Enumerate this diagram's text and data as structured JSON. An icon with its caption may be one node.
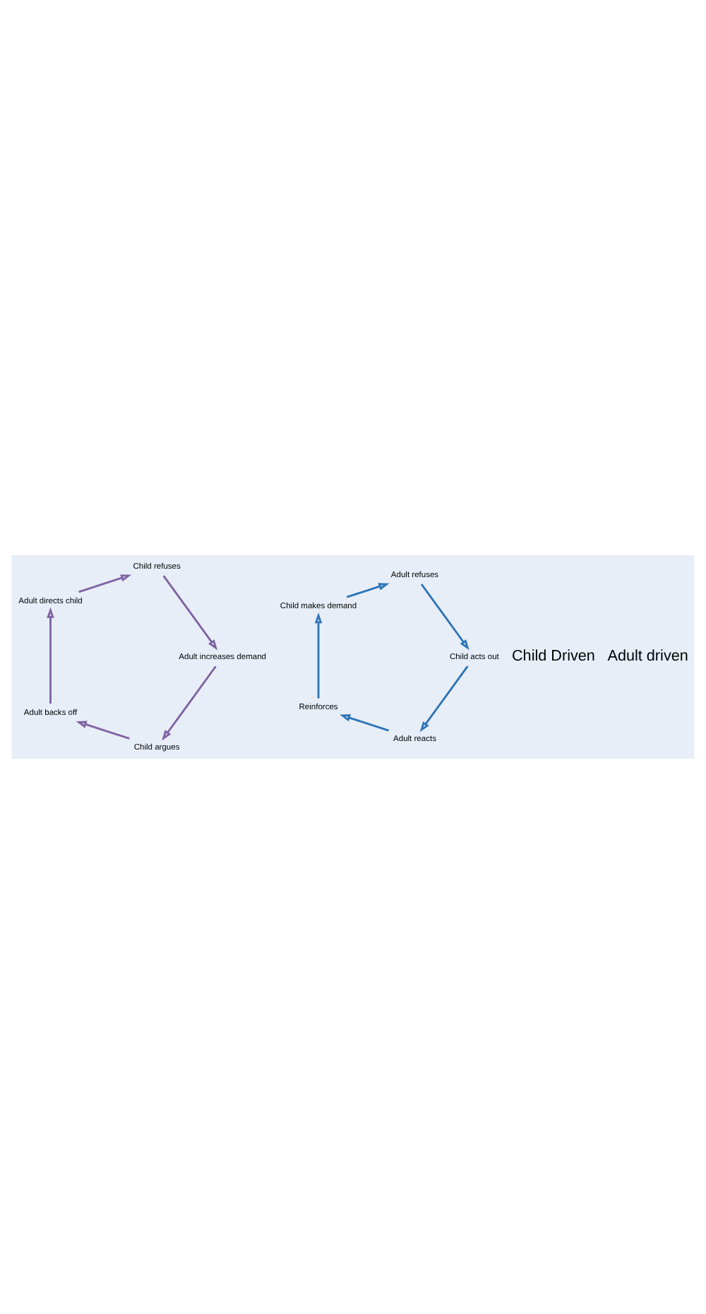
{
  "diagram": {
    "nodes": [
      {
        "text": [
          "Child argues"
        ]
      },
      {
        "text": [
          "Adult backs off"
        ]
      },
      {
        "text": [
          "Adult directs child"
        ]
      },
      {
        "text": [
          "Child refuses"
        ]
      },
      {
        "text": [
          "Adult increases demand"
        ]
      },
      {
        "text": [
          "Adult reacts"
        ]
      },
      {
        "text": [
          "Reinforces"
        ]
      },
      {
        "text": [
          "Child makes demand"
        ]
      },
      {
        "text": [
          "Adult refuses"
        ]
      },
      {
        "text": [
          "Child acts out"
        ]
      }
    ],
    "edges": [
      {
        "from": 0,
        "to": 1,
        "arrow": "to",
        "color": "#8064a2"
      },
      {
        "from": 1,
        "to": 2,
        "arrow": "to",
        "color": "#8064a2"
      },
      {
        "from": 2,
        "to": 3,
        "arrow": "to",
        "color": "#8064a2"
      },
      {
        "from": 3,
        "to": 4,
        "arrow": "to",
        "color": "#8064a2"
      },
      {
        "from": 4,
        "to": 0,
        "arrow": "to",
        "color": "#8064a2"
      },
      {
        "from": 5,
        "to": 6,
        "arrow": "to",
        "color": "#2e75b6"
      },
      {
        "from": 6,
        "to": 7,
        "arrow": "to",
        "color": "#2e75b6"
      },
      {
        "from": 7,
        "to": 8,
        "arrow": "to",
        "color": "#2e75b6"
      },
      {
        "from": 8,
        "to": 9,
        "arrow": "to",
        "color": "#2e75b6"
      },
      {
        "from": 9,
        "to": 5,
        "arrow": "to",
        "color": "#2e75b6"
      }
    ],
    "labels": [
      "Adult driven",
      "Child Driven"
    ]
  }
}
